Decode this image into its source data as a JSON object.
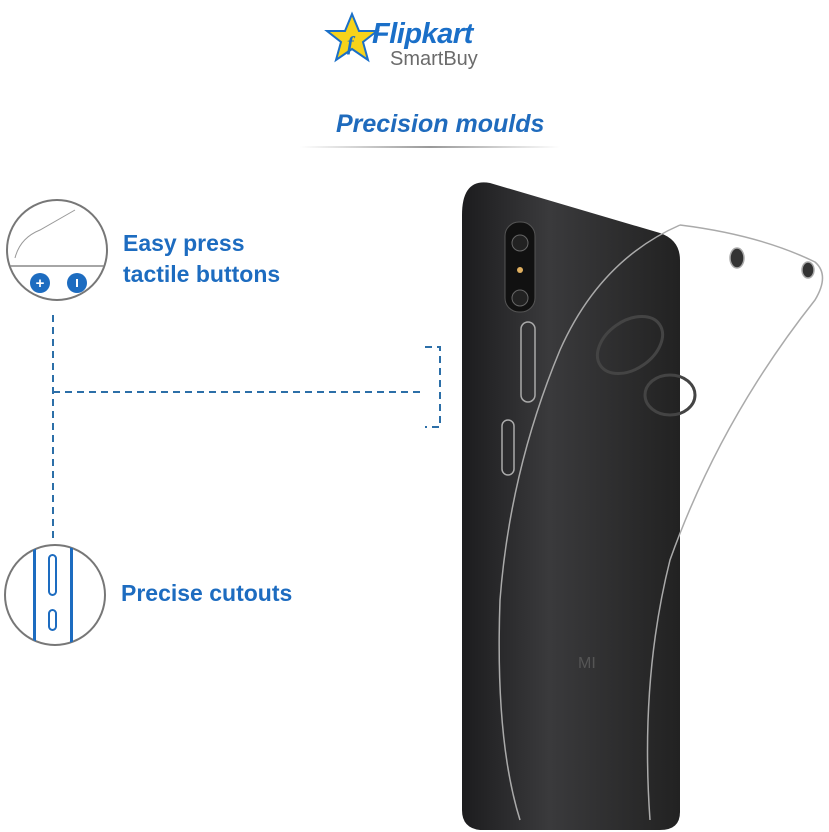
{
  "logo": {
    "brand": "Flipkart",
    "sub_brand": "SmartBuy"
  },
  "heading": "Precision moulds",
  "features": [
    {
      "line1": "Easy press",
      "line2": "tactile buttons"
    },
    {
      "label": "Precise cutouts"
    }
  ],
  "phone_logo": "MI",
  "colors": {
    "accent": "#1d6cc0",
    "phone": "#2a2a2c",
    "star": "#f7d31b"
  }
}
